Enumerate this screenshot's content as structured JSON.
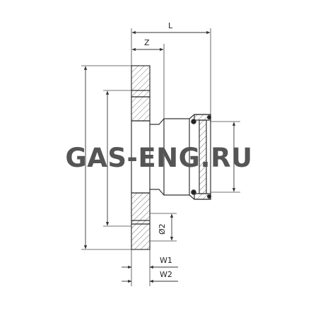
{
  "dimensions": {
    "L": "L",
    "Z": "Z",
    "D2": "Ø2",
    "W1": "W1",
    "W2": "W2"
  },
  "watermark": "GAS-ENG.RU",
  "colors": {
    "line": "#333333",
    "hatch": "#666666",
    "watermark": "#555555",
    "background": "#ffffff"
  }
}
